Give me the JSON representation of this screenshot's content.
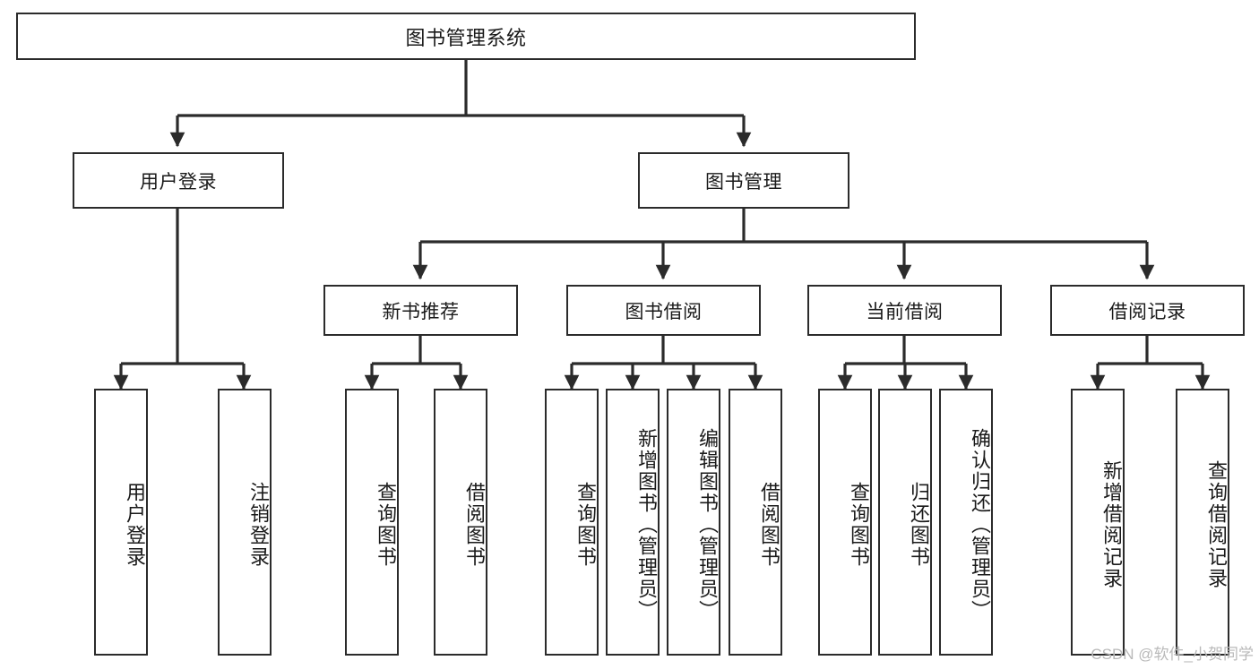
{
  "diagram": {
    "title": "图书管理系统",
    "type": "tree-hierarchy-chart",
    "orientation": "top-down",
    "colors": {
      "box_border": "#2b2b2b",
      "box_fill": "#ffffff",
      "connector": "#2b2b2b",
      "text": "#1a1a1a",
      "watermark": "#b9b9b9",
      "background": "#ffffff"
    },
    "nodes": {
      "root": {
        "id": "root",
        "label": "图书管理系统",
        "level": 0,
        "text_orientation": "horizontal"
      },
      "level2": [
        {
          "id": "user-login",
          "label": "用户登录",
          "level": 1,
          "text_orientation": "horizontal"
        },
        {
          "id": "book-management",
          "label": "图书管理",
          "level": 1,
          "text_orientation": "horizontal"
        }
      ],
      "level3": [
        {
          "id": "new-book-recommend",
          "label": "新书推荐",
          "level": 2,
          "text_orientation": "horizontal"
        },
        {
          "id": "book-borrow",
          "label": "图书借阅",
          "level": 2,
          "text_orientation": "horizontal"
        },
        {
          "id": "current-borrow",
          "label": "当前借阅",
          "level": 2,
          "text_orientation": "horizontal"
        },
        {
          "id": "borrow-record",
          "label": "借阅记录",
          "level": 2,
          "text_orientation": "horizontal"
        }
      ],
      "leaves": [
        {
          "id": "leaf-user-login",
          "label": "用户登录",
          "parent": "user-login",
          "level": 3,
          "text_orientation": "vertical"
        },
        {
          "id": "leaf-user-logout",
          "label": "注销登录",
          "parent": "user-login",
          "level": 3,
          "text_orientation": "vertical"
        },
        {
          "id": "leaf-query-book-1",
          "label": "查询图书",
          "parent": "new-book-recommend",
          "level": 3,
          "text_orientation": "vertical"
        },
        {
          "id": "leaf-borrow-book-1",
          "label": "借阅图书",
          "parent": "new-book-recommend",
          "level": 3,
          "text_orientation": "vertical"
        },
        {
          "id": "leaf-query-book-2",
          "label": "查询图书",
          "parent": "book-borrow",
          "level": 3,
          "text_orientation": "vertical"
        },
        {
          "id": "leaf-add-book",
          "label": "新增图书（管理员）",
          "parent": "book-borrow",
          "level": 3,
          "text_orientation": "vertical"
        },
        {
          "id": "leaf-edit-book",
          "label": "编辑图书（管理员）",
          "parent": "book-borrow",
          "level": 3,
          "text_orientation": "vertical"
        },
        {
          "id": "leaf-borrow-book-2",
          "label": "借阅图书",
          "parent": "book-borrow",
          "level": 3,
          "text_orientation": "vertical"
        },
        {
          "id": "leaf-query-book-3",
          "label": "查询图书",
          "parent": "current-borrow",
          "level": 3,
          "text_orientation": "vertical"
        },
        {
          "id": "leaf-return-book",
          "label": "归还图书",
          "parent": "current-borrow",
          "level": 3,
          "text_orientation": "vertical"
        },
        {
          "id": "leaf-confirm-return",
          "label": "确认归还（管理员）",
          "parent": "current-borrow",
          "level": 3,
          "text_orientation": "vertical"
        },
        {
          "id": "leaf-add-record",
          "label": "新增借阅记录",
          "parent": "borrow-record",
          "level": 3,
          "text_orientation": "vertical"
        },
        {
          "id": "leaf-query-record",
          "label": "查询借阅记录",
          "parent": "borrow-record",
          "level": 3,
          "text_orientation": "vertical"
        }
      ]
    },
    "watermark": "CSDN @软件_小贺同学"
  }
}
